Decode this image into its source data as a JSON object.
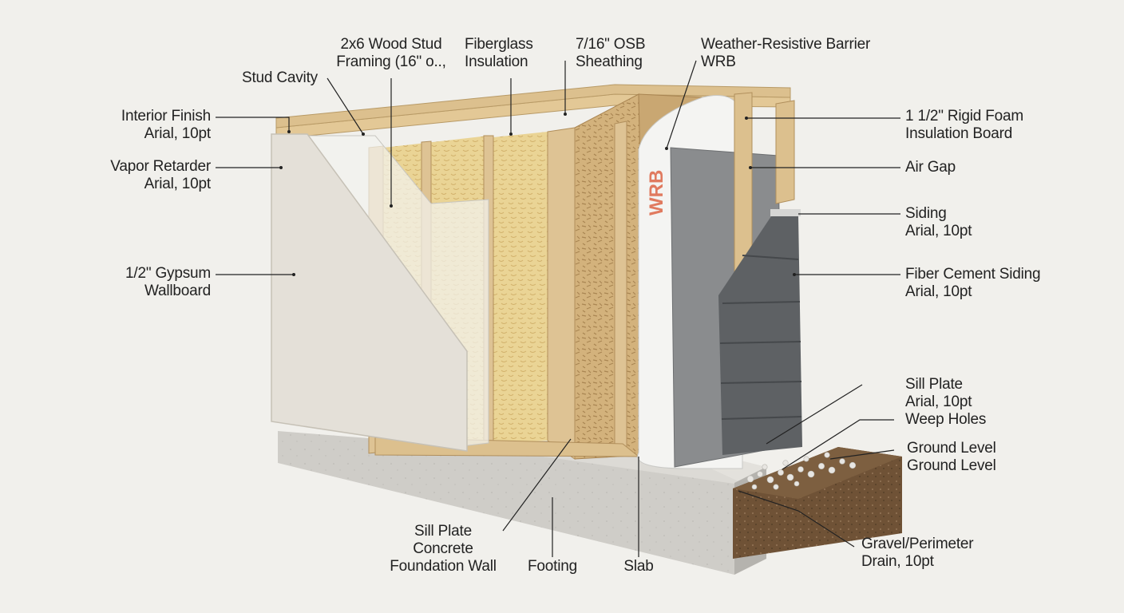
{
  "callouts": {
    "interior_finish": [
      "Interior Finish",
      "Arial, 10pt"
    ],
    "vapor_retarder": [
      "Vapor Retarder",
      "Arial, 10pt"
    ],
    "gypsum": [
      "1/2\" Gypsum",
      "Wallboard"
    ],
    "stud_cavity": [
      "Stud Cavity"
    ],
    "wood_stud": [
      "2x6 Wood Stud",
      "Framing (16\" o..,"
    ],
    "fiberglass": [
      "Fiberglass",
      "Insulation"
    ],
    "osb": [
      "7/16\" OSB",
      "Sheathing"
    ],
    "wrb": [
      "Weather-Resistive Barrier",
      "WRB"
    ],
    "rigid_foam": [
      "1 1/2\" Rigid Foam",
      "Insulation Board"
    ],
    "air_gap": [
      "Air Gap"
    ],
    "siding": [
      "Siding",
      "Arial, 10pt"
    ],
    "fiber_cement": [
      "Fiber Cement Siding",
      "Arial, 10pt"
    ],
    "sill_plate_right": [
      "Sill Plate",
      "Arial, 10pt"
    ],
    "weep_holes": [
      "Weep Holes"
    ],
    "ground_level": [
      "Ground Level",
      "Ground Level"
    ],
    "gravel_drain": [
      "Gravel/Perimeter",
      "Drain, 10pt"
    ],
    "sill_plate_bottom": [
      "Sill Plate",
      "Concrete",
      "Foundation Wall"
    ],
    "footing": [
      "Footing"
    ],
    "slab": [
      "Slab"
    ]
  },
  "wrb_print": "WRB",
  "colors": {
    "background": "#f1f0ec",
    "gypsum": "#e4e0d8",
    "wood": "#dcc08e",
    "osb": "#cfae78",
    "fiberglass": "#e6cf8e",
    "wrb": "#f4f4f2",
    "wrb_text": "#e07a5f",
    "rigid_foam": "#8a8c8e",
    "siding": "#5e6164",
    "concrete": "#cbc9c4",
    "soil": "#6e5236"
  }
}
